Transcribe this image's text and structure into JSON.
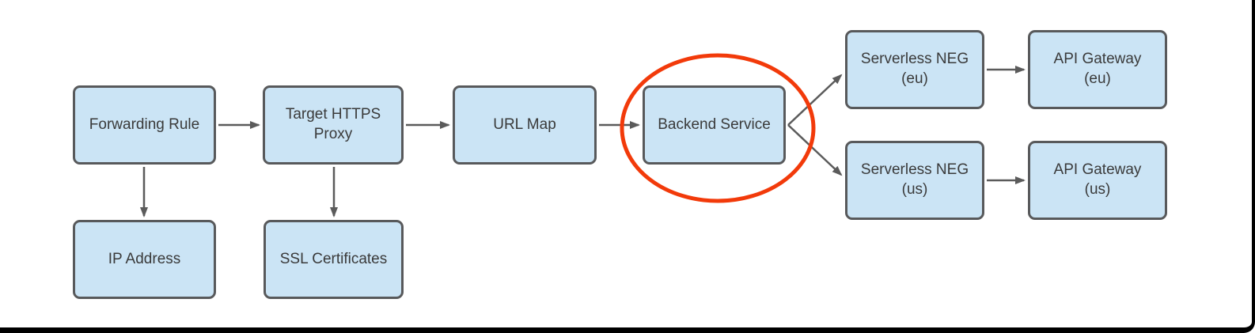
{
  "diagram": {
    "nodes": [
      {
        "id": "forwarding-rule",
        "label": "Forwarding Rule"
      },
      {
        "id": "target-https-proxy",
        "label": "Target HTTPS\nProxy"
      },
      {
        "id": "url-map",
        "label": "URL Map"
      },
      {
        "id": "backend-service",
        "label": "Backend Service"
      },
      {
        "id": "serverless-neg-eu",
        "label": "Serverless NEG\n(eu)"
      },
      {
        "id": "api-gateway-eu",
        "label": "API Gateway\n(eu)"
      },
      {
        "id": "serverless-neg-us",
        "label": "Serverless NEG\n(us)"
      },
      {
        "id": "api-gateway-us",
        "label": "API Gateway\n(us)"
      },
      {
        "id": "ip-address",
        "label": "IP Address"
      },
      {
        "id": "ssl-certificates",
        "label": "SSL Certificates"
      }
    ],
    "edges": [
      {
        "from": "forwarding-rule",
        "to": "target-https-proxy"
      },
      {
        "from": "target-https-proxy",
        "to": "url-map"
      },
      {
        "from": "url-map",
        "to": "backend-service"
      },
      {
        "from": "backend-service",
        "to": "serverless-neg-eu"
      },
      {
        "from": "backend-service",
        "to": "serverless-neg-us"
      },
      {
        "from": "serverless-neg-eu",
        "to": "api-gateway-eu"
      },
      {
        "from": "serverless-neg-us",
        "to": "api-gateway-us"
      },
      {
        "from": "forwarding-rule",
        "to": "ip-address"
      },
      {
        "from": "target-https-proxy",
        "to": "ssl-certificates"
      }
    ],
    "annotation": {
      "shape": "ellipse",
      "around": "backend-service",
      "color": "#f23a0a"
    },
    "colors": {
      "node_fill": "#cbe4f5",
      "node_border": "#58595b",
      "arrow": "#5b5b5b",
      "highlight_ellipse": "#f23a0a",
      "text": "#3a3a3a",
      "frame": "#000000"
    }
  }
}
